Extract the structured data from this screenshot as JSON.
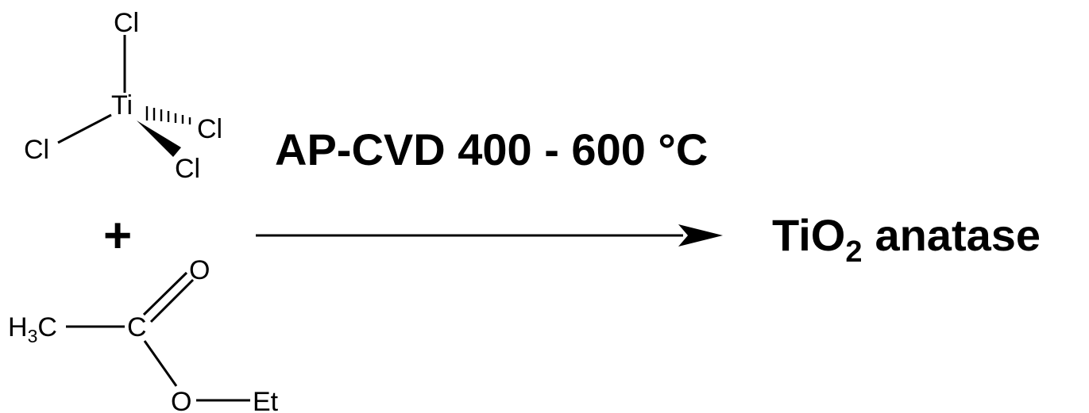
{
  "reactant_1": {
    "center_atom": "Ti",
    "ligand_top": "Cl",
    "ligand_left": "Cl",
    "ligand_hashed": "Cl",
    "ligand_wedged": "Cl"
  },
  "plus_sign": "+",
  "reactant_2": {
    "methyl": "H",
    "methyl_sub": "3",
    "methyl_c": "C",
    "carbonyl_c": "C",
    "carbonyl_o": "O",
    "ester_o": "O",
    "ethyl": "Et"
  },
  "reaction": {
    "conditions": "AP-CVD 400 - 600 °C"
  },
  "product": {
    "formula_main": "TiO",
    "formula_sub": "2",
    "phase": "anatase"
  },
  "colors": {
    "ink": "#000000",
    "background": "#ffffff"
  }
}
